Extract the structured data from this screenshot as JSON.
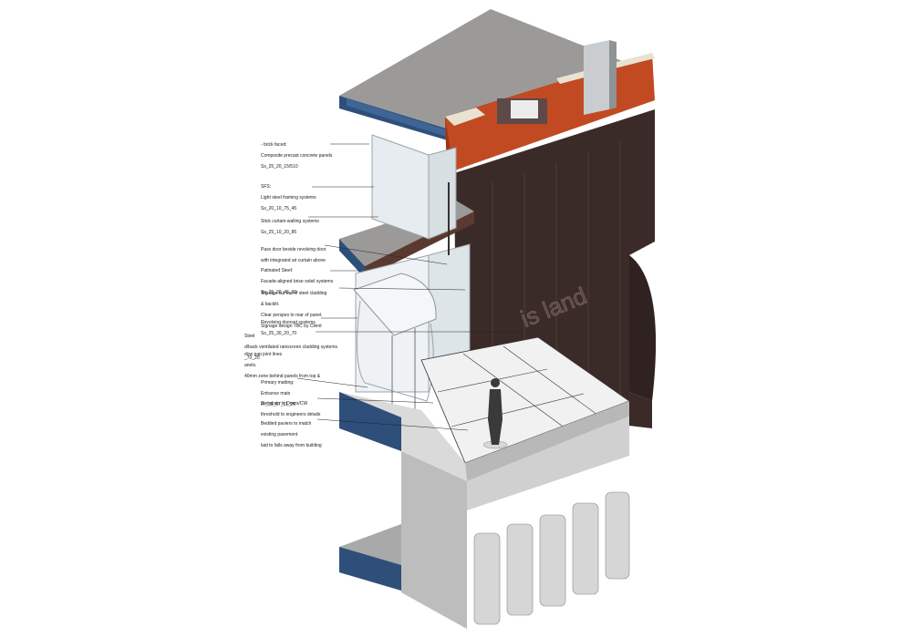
{
  "colors": {
    "brick": "#c24a23",
    "cladding": "#3a2b28",
    "slab_top": "#9c9a98",
    "slab_edge": "#2e4f7a",
    "concrete": "#cfd0cf",
    "glass": "#e6ecef",
    "floor": "#f1f1f1",
    "pile": "#d6d6d6"
  },
  "signage": {
    "text": "is land"
  },
  "notes": [
    {
      "lines": [
        "- brick faced:",
        "Composite precast concrete panels",
        "Ss_25_20_15/510"
      ]
    },
    {
      "lines": [
        "SFS:",
        "Light steel framing systems",
        "Ss_20_10_75_45"
      ]
    },
    {
      "lines": [
        "Stick curtain-walling systems",
        "Ss_25_10_20_85"
      ]
    },
    {
      "lines": [
        "Pass door beside revolving door",
        "with integrated air curtain above"
      ]
    },
    {
      "lines": [
        "Patinated Steel:",
        "Facade-aligned brise soleil systems",
        "Ss_25_30_45_30"
      ]
    },
    {
      "lines": [
        "Signage cut out of steel cladding",
        "& backlit.",
        "Clear perspex to rear of panel.",
        "Signage design TBC by Client"
      ]
    },
    {
      "lines": [
        "Revolving doorset systems",
        "Ss_25_30_20_70"
      ]
    },
    {
      "lines": [
        "Steel",
        "d/back ventilated rainscreen cladding systems",
        "_70_25"
      ]
    },
    {
      "lines": [
        "dow gap joint lines",
        "anels.",
        "40mm zone behind panels from top &"
      ]
    },
    {
      "lines": [
        "Primary matting:",
        "Entrance mats",
        "Pr_35_57_11_26"
      ]
    },
    {
      "lines": [
        "Slot drain to Doors/CW",
        "threshold to engineers details"
      ]
    },
    {
      "lines": [
        "Bedded paviers to match",
        "existing pavement",
        "laid to falls away from building"
      ]
    }
  ]
}
